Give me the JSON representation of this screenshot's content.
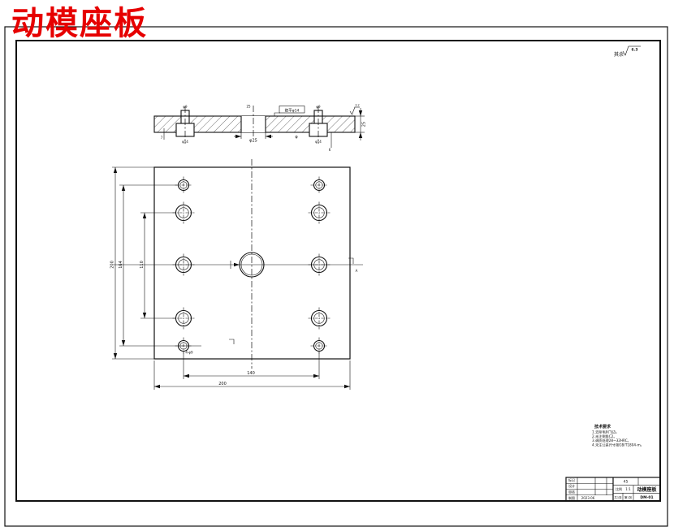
{
  "page": {
    "title": "动模座板",
    "title_color": "#e60000"
  },
  "roughness": {
    "prefix": "其余",
    "value": "6.3"
  },
  "section": {
    "dim_left_top": "φ9",
    "dim_left_bottom": "φ14",
    "dim_left_side": "7",
    "dim_mid_top": "25",
    "note_box": "锪平φ14",
    "dim_mid_bottom": "φ25",
    "phi_mark": "φ",
    "dim_right_top": "φ9",
    "dim_right_bottom": "φ14",
    "dim_right_side": "6",
    "dim_thickness": "25",
    "rough_value": "3.2"
  },
  "plan": {
    "dim_left_outer": "200",
    "dim_left_mid": "164",
    "dim_left_inner": "110",
    "dim_bottom_inner": "140",
    "dim_bottom_outer": "200",
    "hole_callout": "4-φ9",
    "section_mark": "A"
  },
  "notes": {
    "title": "技术要求",
    "lines": [
      "1.去除毛刺飞边。",
      "2.未注倒角C2。",
      "3.调质处理28~32HRC。",
      "4.未注公差尺寸按GB/T1804-m。"
    ]
  },
  "title_block": {
    "rows_left": [
      "标记",
      "设计",
      "审核",
      "制图"
    ],
    "date": "2023.06",
    "material": "45",
    "scale_label": "比例",
    "scale_value": "1:1",
    "qty_label": "共1张",
    "sheet_label": "第1张",
    "part_name": "动模座板",
    "drawing_no": "DM-01"
  }
}
